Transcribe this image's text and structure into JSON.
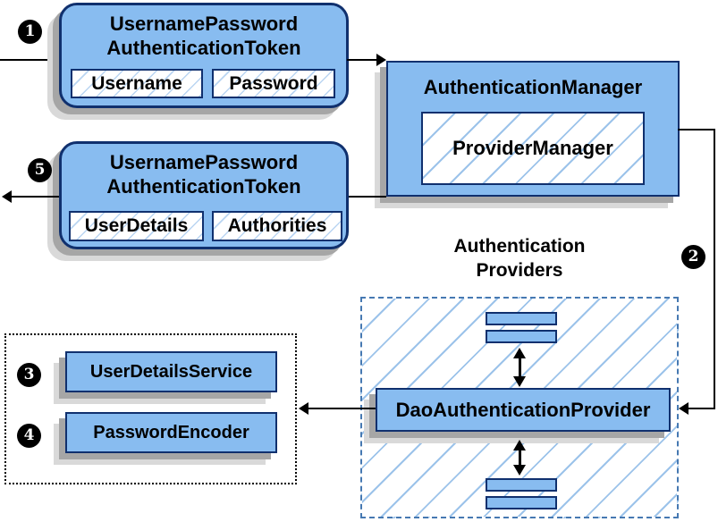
{
  "steps": [
    "1",
    "2",
    "3",
    "4",
    "5"
  ],
  "request_token": {
    "title1": "UsernamePassword",
    "title2": "AuthenticationToken",
    "field1": "Username",
    "field2": "Password"
  },
  "auth_manager": {
    "title": "AuthenticationManager",
    "inner": "ProviderManager"
  },
  "response_token": {
    "title1": "UsernamePassword",
    "title2": "AuthenticationToken",
    "field1": "UserDetails",
    "field2": "Authorities"
  },
  "providers_group": {
    "heading1": "Authentication",
    "heading2": "Providers",
    "provider": "DaoAuthenticationProvider"
  },
  "services_group": {
    "service1": "UserDetailsService",
    "service2": "PasswordEncoder"
  },
  "colors": {
    "node_fill": "#88bcf0",
    "node_border": "#10306e",
    "hatch_line": "#9cc3ea",
    "providers_border": "#4679b2",
    "services_border": "#000000",
    "shadow_dark": "#a6a6a6",
    "shadow_light": "#d9d9d9",
    "connector": "#000000",
    "step_badge_bg": "#000000",
    "step_badge_text": "#ffffff"
  }
}
